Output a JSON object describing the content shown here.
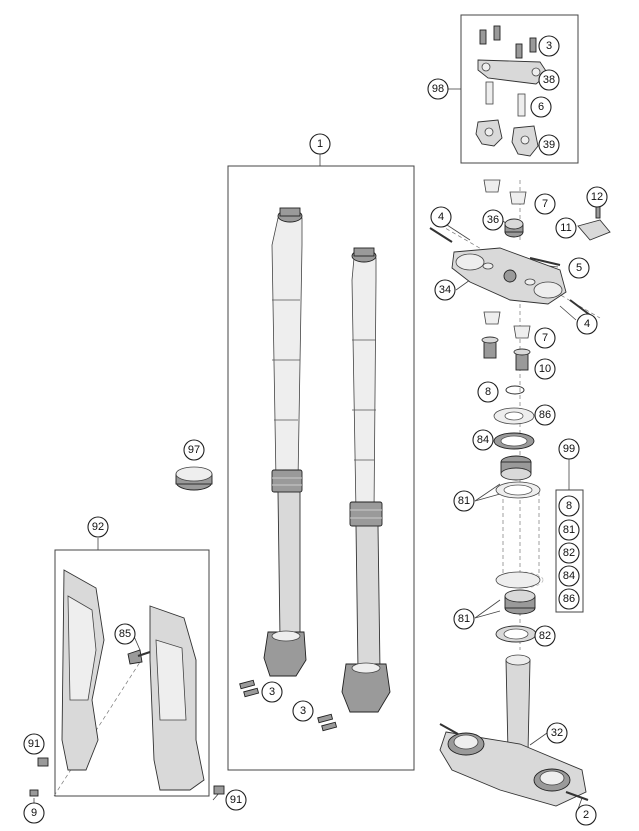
{
  "callouts": [
    {
      "id": "c1",
      "label": "1"
    },
    {
      "id": "c2",
      "label": "2"
    },
    {
      "id": "c3a",
      "label": "3"
    },
    {
      "id": "c3b",
      "label": "3"
    },
    {
      "id": "c3c",
      "label": "3"
    },
    {
      "id": "c4a",
      "label": "4"
    },
    {
      "id": "c4b",
      "label": "4"
    },
    {
      "id": "c5",
      "label": "5"
    },
    {
      "id": "c6",
      "label": "6"
    },
    {
      "id": "c7a",
      "label": "7"
    },
    {
      "id": "c7b",
      "label": "7"
    },
    {
      "id": "c8a",
      "label": "8"
    },
    {
      "id": "c9",
      "label": "9"
    },
    {
      "id": "c10",
      "label": "10"
    },
    {
      "id": "c11",
      "label": "11"
    },
    {
      "id": "c12",
      "label": "12"
    },
    {
      "id": "c32",
      "label": "32"
    },
    {
      "id": "c34",
      "label": "34"
    },
    {
      "id": "c36",
      "label": "36"
    },
    {
      "id": "c38",
      "label": "38"
    },
    {
      "id": "c39",
      "label": "39"
    },
    {
      "id": "c81a",
      "label": "81"
    },
    {
      "id": "c81b",
      "label": "81"
    },
    {
      "id": "c82",
      "label": "82"
    },
    {
      "id": "c84",
      "label": "84"
    },
    {
      "id": "c85",
      "label": "85"
    },
    {
      "id": "c86",
      "label": "86"
    },
    {
      "id": "c91a",
      "label": "91"
    },
    {
      "id": "c91b",
      "label": "91"
    },
    {
      "id": "c92",
      "label": "92"
    },
    {
      "id": "c97",
      "label": "97"
    },
    {
      "id": "c98",
      "label": "98"
    },
    {
      "id": "c99",
      "label": "99"
    }
  ],
  "kit_99": [
    "8",
    "81",
    "82",
    "84",
    "86"
  ]
}
